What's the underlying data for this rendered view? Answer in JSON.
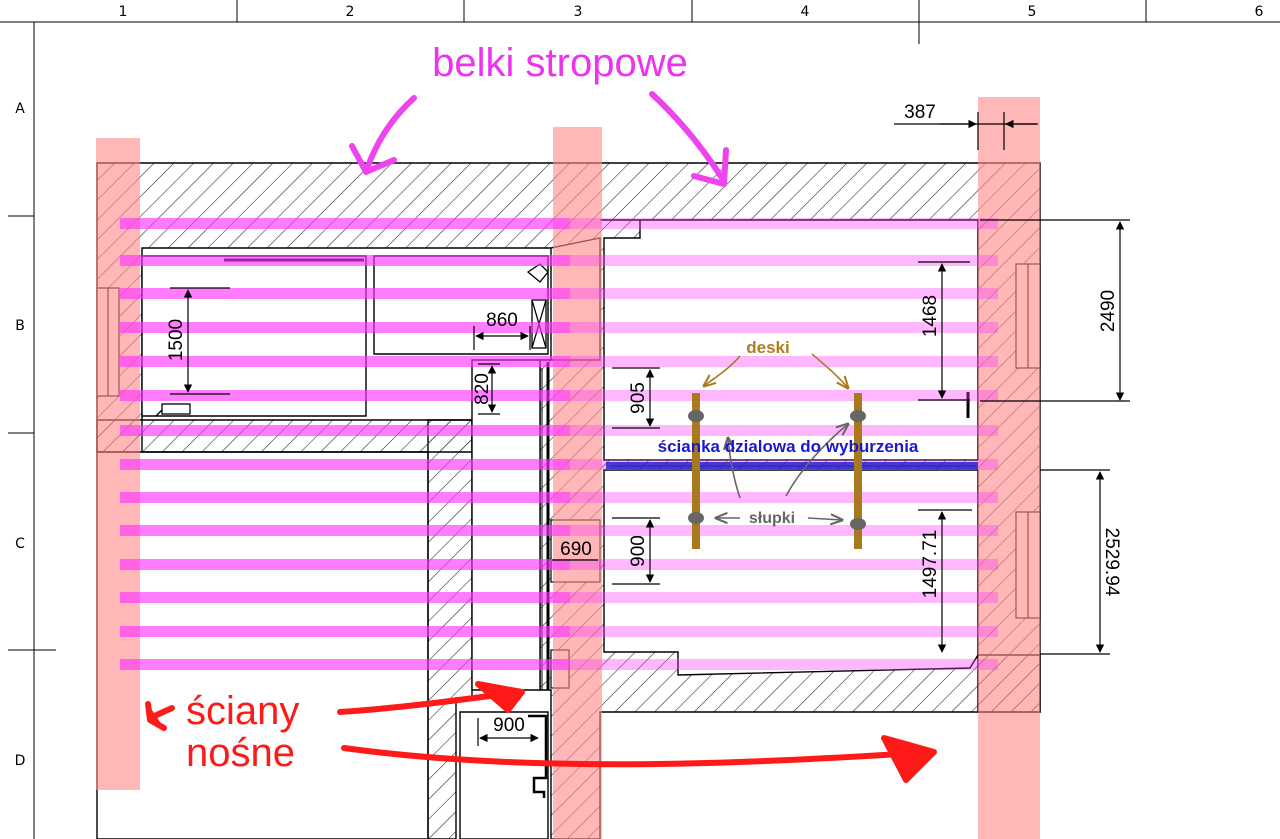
{
  "grid": {
    "columns": [
      "1",
      "2",
      "3",
      "4",
      "5",
      "6"
    ],
    "rows": [
      "A",
      "B",
      "C",
      "D"
    ]
  },
  "dimensions": {
    "d387": "387",
    "d2490": "2490",
    "d1500": "1500",
    "d860": "860",
    "d820": "820",
    "d905": "905",
    "d1468": "1468",
    "d690": "690",
    "d900_room": "900",
    "d1497": "1497.71",
    "d2529": "2529.94",
    "d900_door": "900"
  },
  "annotations": {
    "beams": "belki stropowe",
    "walls_line1": "ściany",
    "walls_line2": "nośne",
    "boards": "deski",
    "partition": "ścianka dzialowa do wyburzenia",
    "posts": "słupki"
  },
  "colors": {
    "beam": "#ff33ff",
    "bearing_wall": "#ff8a8a",
    "arrow_red": "#ff1a1a",
    "boards": "#a87a20",
    "partition": "#2222cc",
    "posts_text": "#666666"
  }
}
